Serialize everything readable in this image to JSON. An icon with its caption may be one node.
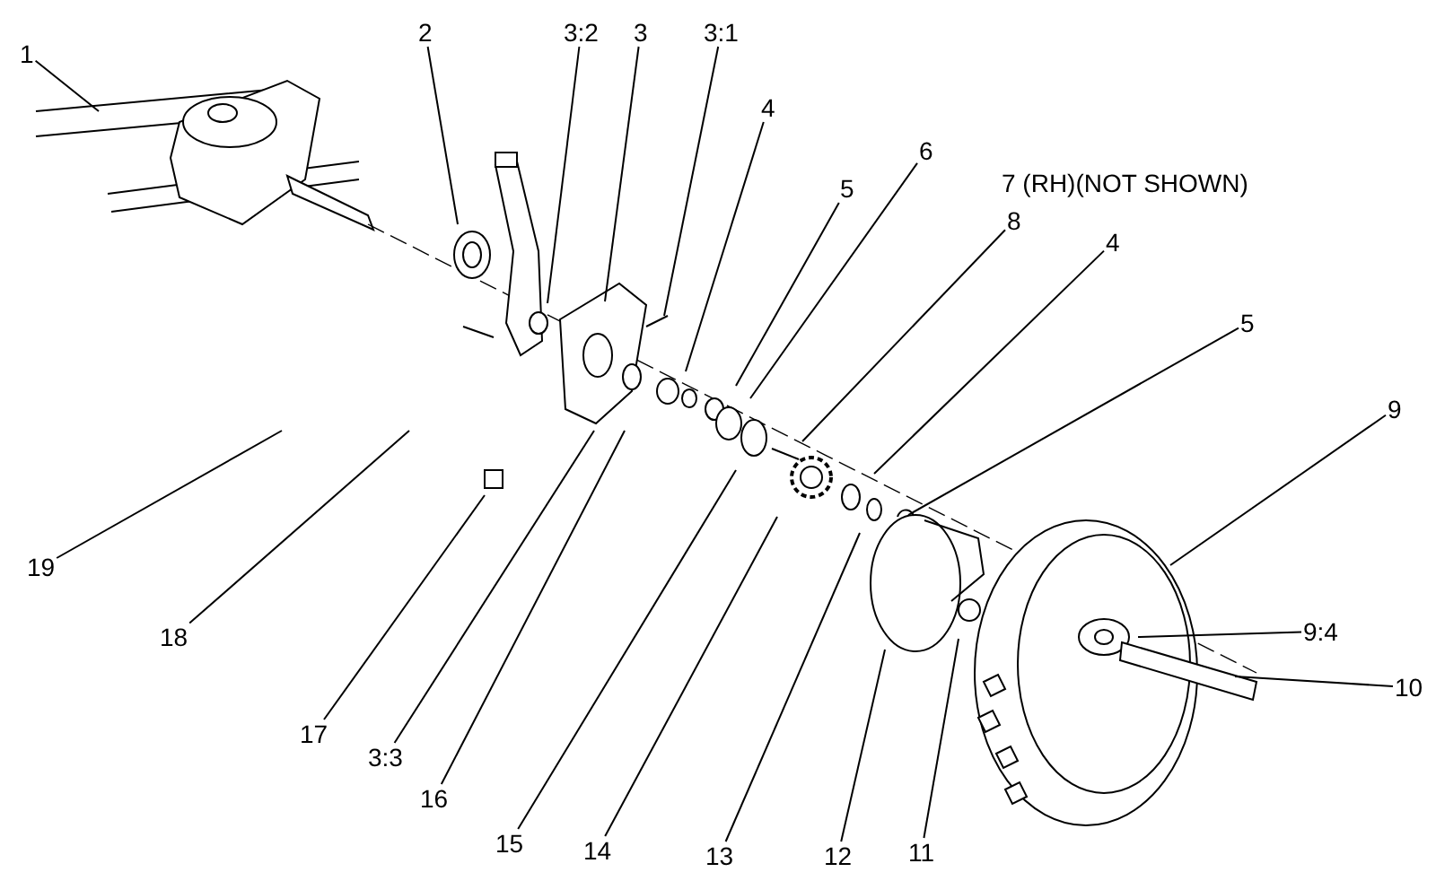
{
  "diagram": {
    "nodes": [
      {
        "text": [
          "1"
        ]
      },
      {
        "text": [
          "2"
        ]
      },
      {
        "text": [
          "3:2"
        ]
      },
      {
        "text": [
          "3"
        ]
      },
      {
        "text": [
          "3:1"
        ]
      },
      {
        "text": [
          "4"
        ]
      },
      {
        "text": [
          "5"
        ]
      },
      {
        "text": [
          "6"
        ]
      },
      {
        "text": [
          "8"
        ]
      },
      {
        "text": [
          "4"
        ]
      },
      {
        "text": [
          "5"
        ]
      },
      {
        "text": [
          "9"
        ]
      },
      {
        "text": [
          "9:4"
        ]
      },
      {
        "text": [
          "10"
        ]
      },
      {
        "text": [
          "19"
        ]
      },
      {
        "text": [
          "18"
        ]
      },
      {
        "text": [
          "17"
        ]
      },
      {
        "text": [
          "3:3"
        ]
      },
      {
        "text": [
          "16"
        ]
      },
      {
        "text": [
          "15"
        ]
      },
      {
        "text": [
          "14"
        ]
      },
      {
        "text": [
          "13"
        ]
      },
      {
        "text": [
          "12"
        ]
      },
      {
        "text": [
          "11"
        ]
      }
    ],
    "edges": [
      {
        "from": 0,
        "to": null,
        "arrow": "none"
      },
      {
        "from": 1,
        "to": null,
        "arrow": "none"
      },
      {
        "from": 2,
        "to": null,
        "arrow": "none"
      },
      {
        "from": 3,
        "to": null,
        "arrow": "none"
      },
      {
        "from": 4,
        "to": null,
        "arrow": "none"
      },
      {
        "from": 5,
        "to": null,
        "arrow": "none"
      },
      {
        "from": 6,
        "to": null,
        "arrow": "none"
      },
      {
        "from": 7,
        "to": null,
        "arrow": "none"
      },
      {
        "from": 8,
        "to": null,
        "arrow": "none"
      },
      {
        "from": 9,
        "to": null,
        "arrow": "none"
      },
      {
        "from": 10,
        "to": null,
        "arrow": "none"
      },
      {
        "from": 11,
        "to": null,
        "arrow": "none"
      },
      {
        "from": 12,
        "to": null,
        "arrow": "none"
      },
      {
        "from": 13,
        "to": null,
        "arrow": "none"
      },
      {
        "from": 14,
        "to": null,
        "arrow": "none"
      },
      {
        "from": 15,
        "to": null,
        "arrow": "none"
      },
      {
        "from": 16,
        "to": null,
        "arrow": "none"
      },
      {
        "from": 17,
        "to": null,
        "arrow": "none"
      },
      {
        "from": 18,
        "to": null,
        "arrow": "none"
      },
      {
        "from": 19,
        "to": null,
        "arrow": "none"
      },
      {
        "from": 20,
        "to": null,
        "arrow": "none"
      },
      {
        "from": 21,
        "to": null,
        "arrow": "none"
      },
      {
        "from": 22,
        "to": null,
        "arrow": "none"
      },
      {
        "from": 23,
        "to": null,
        "arrow": "none"
      }
    ],
    "labels": [
      "7 (RH)(NOT SHOWN)"
    ]
  }
}
